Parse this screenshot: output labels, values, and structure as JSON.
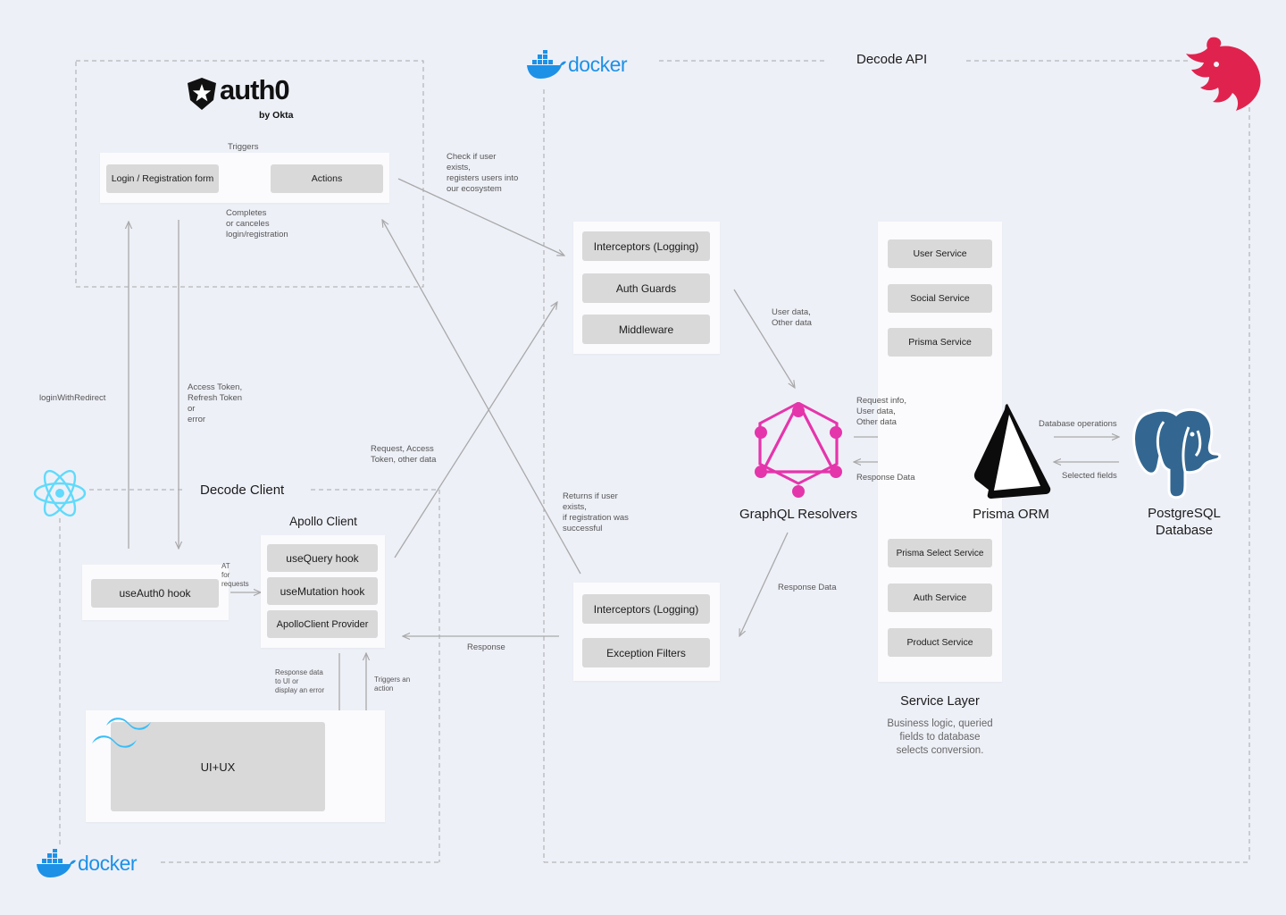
{
  "brands": {
    "auth0": "auth0",
    "auth0_sub": "by Okta",
    "docker_top": "docker",
    "docker_bottom": "docker"
  },
  "api": {
    "title": "Decode API",
    "middleware_top": [
      "Interceptors (Logging)",
      "Auth Guards",
      "Middleware"
    ],
    "middleware_bottom": [
      "Interceptors (Logging)",
      "Exception Filters"
    ],
    "graphql_label": "GraphQL Resolvers",
    "prisma_label": "Prisma ORM",
    "postgres_label": "PostgreSQL Database",
    "services_top": [
      "User Service",
      "Social Service",
      "Prisma Service"
    ],
    "services_bottom": [
      "Prisma Select Service",
      "Auth Service",
      "Product Service"
    ],
    "service_layer_title": "Service Layer",
    "service_layer_desc": "Business logic, queried fields to database selects conversion."
  },
  "auth": {
    "login_form": "Login / Registration form",
    "actions": "Actions",
    "triggers": "Triggers",
    "completes": "Completes\nor canceles\nlogin/registration"
  },
  "client": {
    "title": "Decode Client",
    "apollo_title": "Apollo Client",
    "apollo_items": [
      "useQuery hook",
      "useMutation hook",
      "ApolloClient Provider"
    ],
    "use_auth0": "useAuth0 hook",
    "ui": "UI+UX"
  },
  "labels": {
    "login_redirect": "loginWithRedirect",
    "access_token": "Access Token,\nRefresh Token\nor\nerror",
    "check_user": "Check if user\nexists,\nregisters users into\nour ecosystem",
    "request_access": "Request, Access\nToken, other data",
    "returns_user": "Returns if user\nexists,\nif registration was\nsuccessful",
    "user_data": "User data,\nOther data",
    "request_info": "Request info,\nUser data,\nOther data",
    "response_data_gql": "Response Data",
    "db_ops": "Database operations",
    "selected_fields": "Selected fields",
    "response_data_down": "Response Data",
    "response": "Response",
    "at_requests": "AT\nfor\nrequests",
    "response_ui": "Response data\nto UI or\ndisplay an error",
    "triggers_action": "Triggers an\naction"
  },
  "colors": {
    "graphql": "#e535ab",
    "docker": "#1d91e6",
    "react": "#61dafb",
    "nest": "#e0234e",
    "tailwind": "#38bdf8",
    "postgres": "#336791",
    "line": "#a9a9a9"
  }
}
